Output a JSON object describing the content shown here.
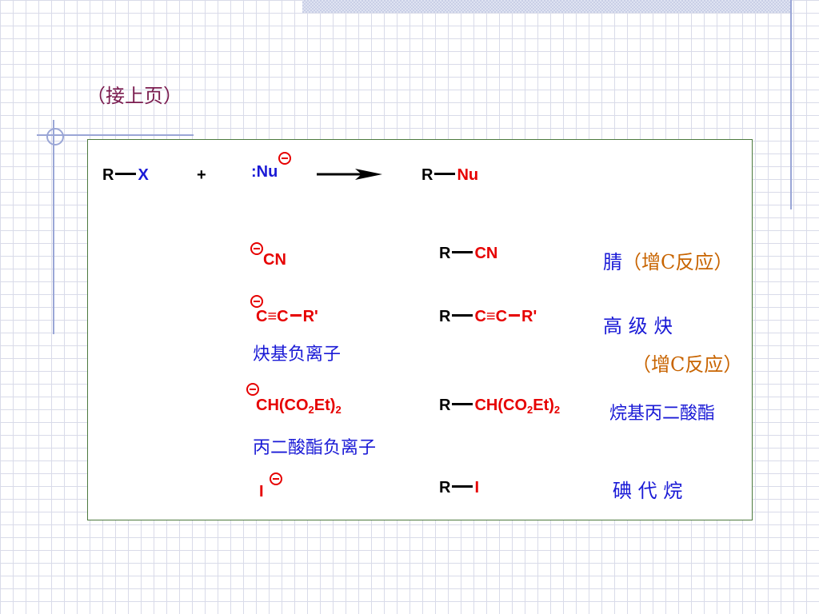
{
  "title": "（接上页）",
  "general": {
    "reactant_r": "R",
    "reactant_x": "X",
    "plus": "+",
    "lone_pair": ":",
    "nucleophile": "Nu",
    "product_r": "R",
    "product_nu": "Nu"
  },
  "rows": [
    {
      "nucleophile": "CN",
      "product_r": "R",
      "product_group": "CN",
      "name": "腈",
      "note": "（增C反应）"
    },
    {
      "nucleophile_c1": "C",
      "triple": "≡",
      "nucleophile_c2": "C",
      "nucleophile_r": "R'",
      "nucleophile_label": "炔基负离子",
      "product_r": "R",
      "product_c1": "C",
      "product_c2": "C",
      "product_rr": "R'",
      "name": "高 级 炔",
      "note": "（增C反应）"
    },
    {
      "nucleophile_pre": "CH(CO",
      "sub": "2",
      "nucleophile_post": "Et)",
      "sub2": "2",
      "nucleophile_label": "丙二酸酯负离子",
      "product_r": "R",
      "name": "烷基丙二酸酯"
    },
    {
      "nucleophile": "I",
      "product_r": "R",
      "product_group": "I",
      "name": "碘 代 烷"
    }
  ],
  "colors": {
    "red": "#e60000",
    "blue": "#1a1ad6",
    "orange": "#c86400",
    "title": "#7a1b4e"
  }
}
